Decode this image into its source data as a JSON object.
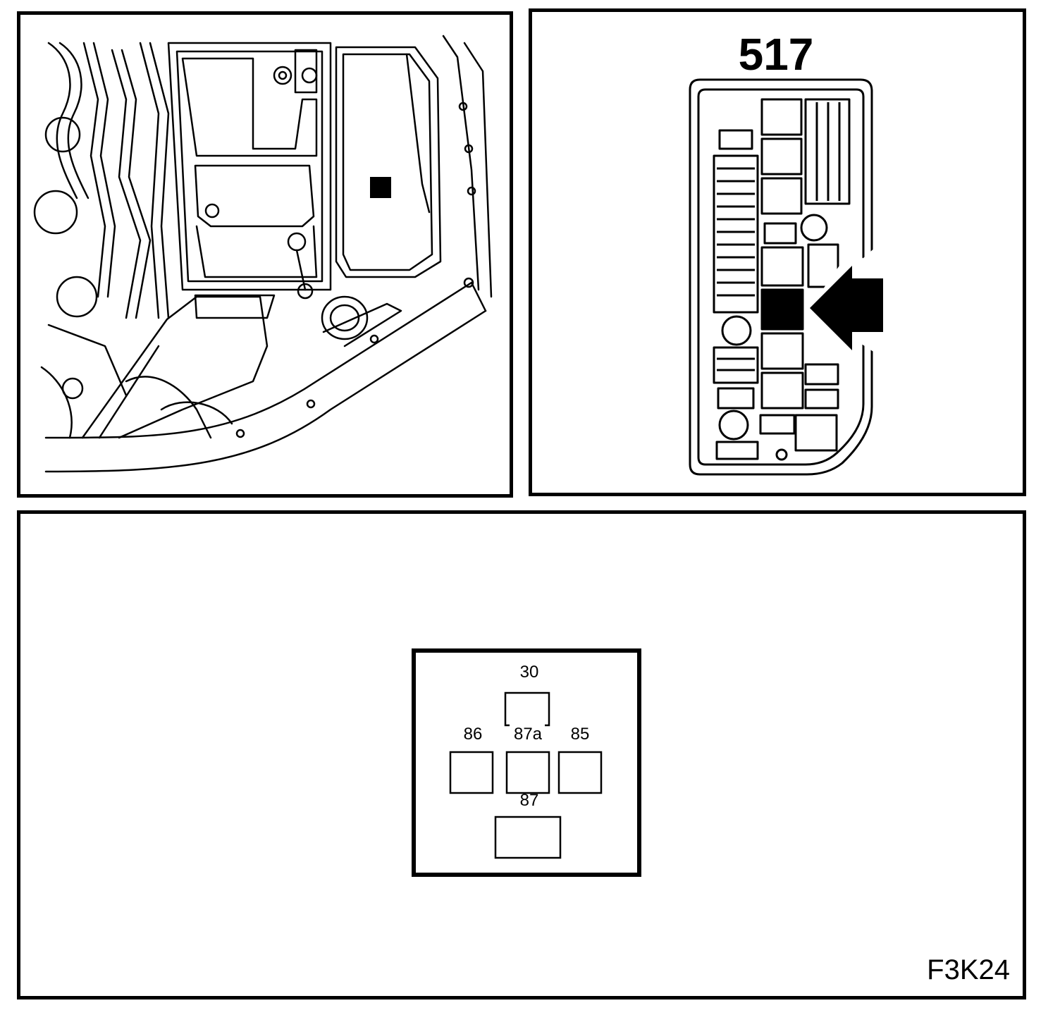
{
  "engine_panel": {
    "alt": "Engine compartment illustration"
  },
  "fusebox_panel": {
    "fusebox_number": "517"
  },
  "relay_panel": {
    "pins": {
      "p30": "30",
      "p86": "86",
      "p87a": "87a",
      "p85": "85",
      "p87": "87"
    }
  },
  "figure_code": "F3K24",
  "colors": {
    "line": "#000000",
    "background": "#ffffff",
    "highlight": "#000000"
  }
}
